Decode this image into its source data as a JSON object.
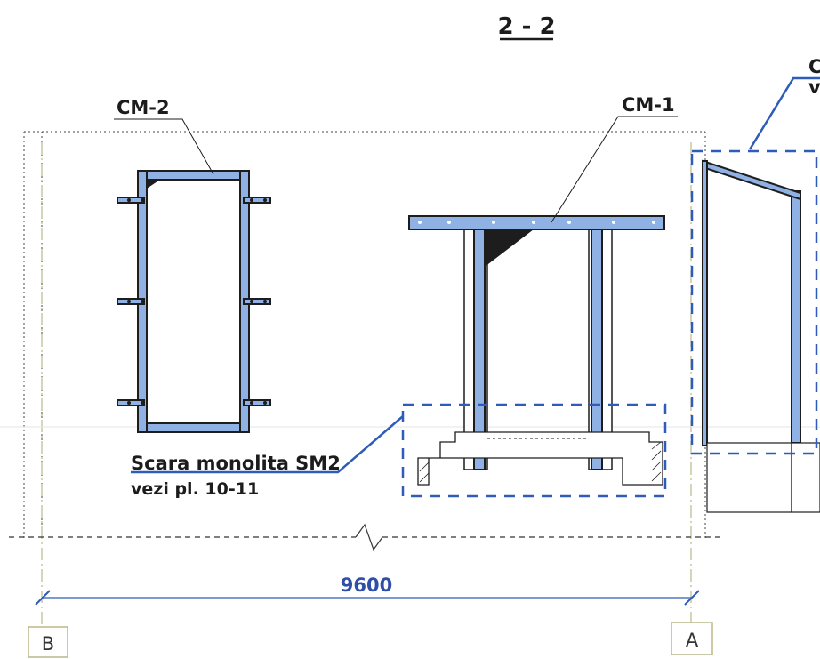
{
  "section_title": "2 - 2",
  "labels": {
    "cm2": "CM-2",
    "cm1": "CM-1",
    "right_cut_line1": "C",
    "right_cut_line2": "v",
    "sm2_line1": "Scara monolita SM2",
    "sm2_line2": "vezi pl. 10-11"
  },
  "dimension": {
    "value": "9600"
  },
  "axes": {
    "left": "B",
    "right": "A"
  },
  "colors": {
    "member_fill": "#8fb1e3",
    "callout_blue": "#2f5cb8",
    "dimension_text": "#2f4ea8",
    "axis_box": "#b9b98a"
  }
}
